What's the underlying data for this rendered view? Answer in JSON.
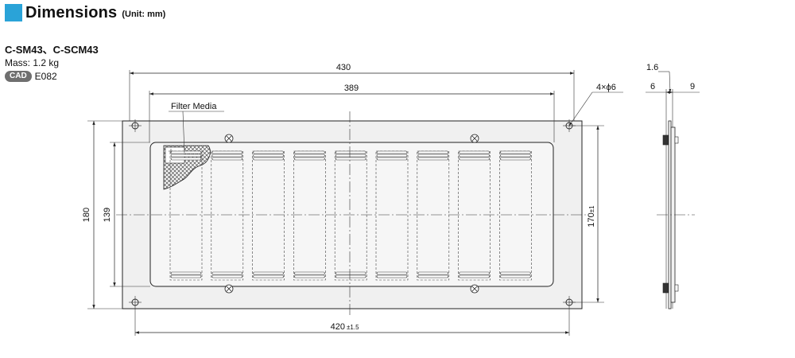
{
  "header": {
    "title": "Dimensions",
    "unit": "(Unit: mm)"
  },
  "model": "C-SM43、C-SCM43",
  "mass": "Mass: 1.2 kg",
  "cad": {
    "badge": "CAD",
    "code": "E082"
  },
  "labels": {
    "filter_media": "Filter Media",
    "holes": "4×ϕ6",
    "dim_430": "430",
    "dim_389": "389",
    "dim_420": "420",
    "dim_420_tol": "±1.5",
    "dim_180": "180",
    "dim_139": "139",
    "dim_170": "170",
    "dim_170_tol": "±1",
    "side_1_6": "1.6",
    "side_6": "6",
    "side_9": "9"
  },
  "colors": {
    "accent": "#2aa3d8",
    "plate": "#f0f0f0",
    "badge": "#6f6f6f"
  }
}
